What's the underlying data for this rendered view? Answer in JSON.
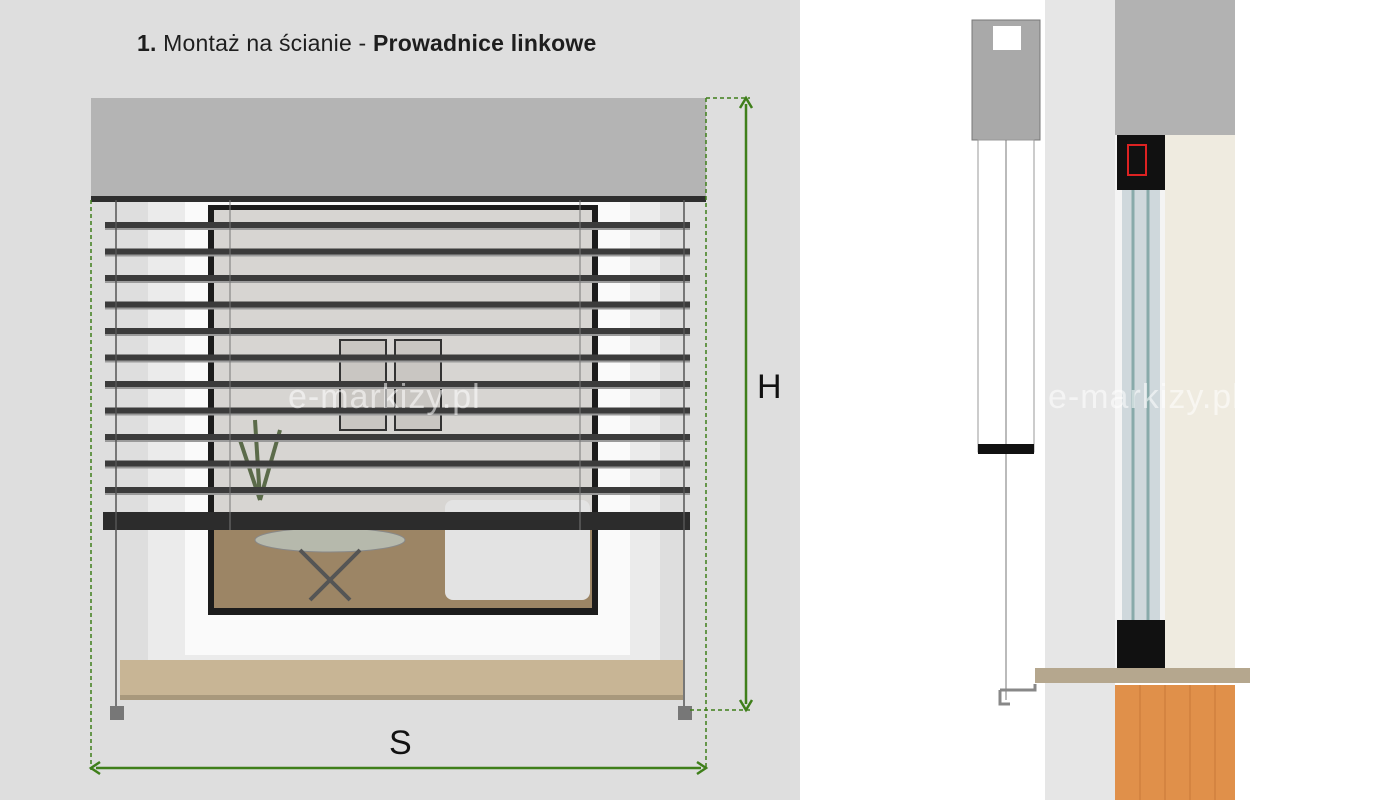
{
  "title": {
    "number": "1.",
    "text": " Montaż na ścianie - ",
    "bold": "Prowadnice linkowe"
  },
  "dimensions": {
    "height_label": "H",
    "width_label": "S"
  },
  "watermark": "e-markizy.pl",
  "colors": {
    "dimension_line": "#3f7f1a",
    "wall": "#dedede",
    "slat": "#3b3b3b",
    "cassette": "#b4b4b4"
  }
}
